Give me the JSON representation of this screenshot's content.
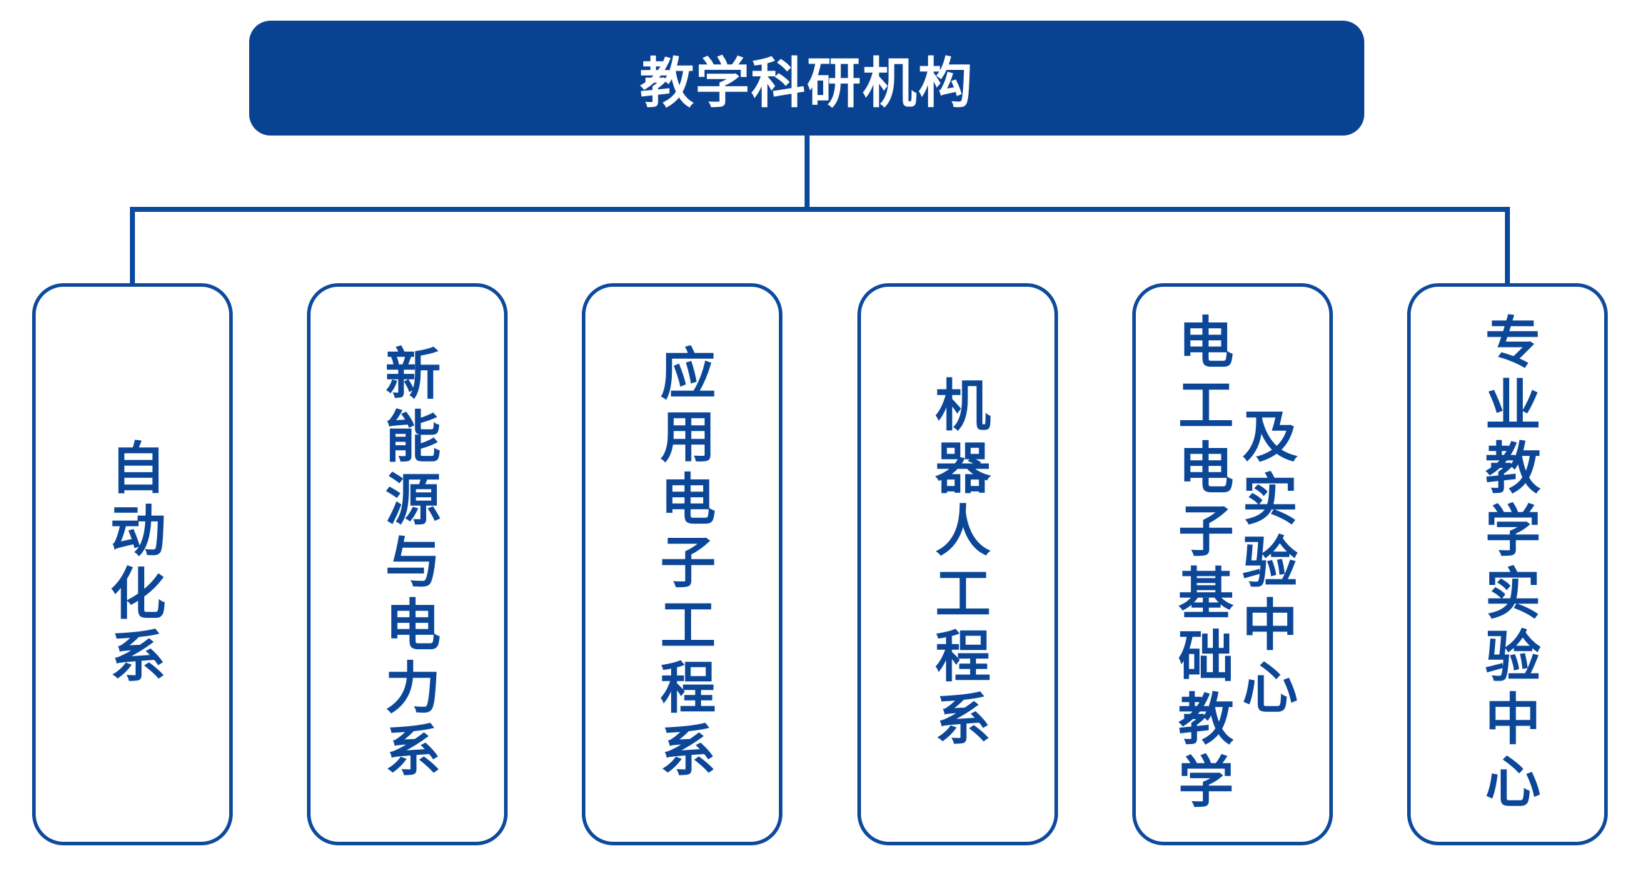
{
  "colors": {
    "root_fill": "#0a4292",
    "root_text": "#ffffff",
    "box_border": "#0d4a9c",
    "box_text": "#0c4697",
    "connector": "#0a4a9e",
    "background": "#ffffff"
  },
  "root": {
    "label": "教学科研机构"
  },
  "departments": [
    {
      "id": "automation-dept",
      "label": "自动化系"
    },
    {
      "id": "new-energy-power-dept",
      "label": "新能源与电力系"
    },
    {
      "id": "applied-electronics-engineering-dept",
      "label": "应用电子工程系"
    },
    {
      "id": "robot-engineering-dept",
      "label": "机器人工程系"
    },
    {
      "id": "electrical-electronics-foundation-teaching-experiment-center",
      "label": "电工电子基础教学及实验中心"
    },
    {
      "id": "professional-teaching-experiment-center",
      "label": "专业教学实验中心"
    }
  ]
}
